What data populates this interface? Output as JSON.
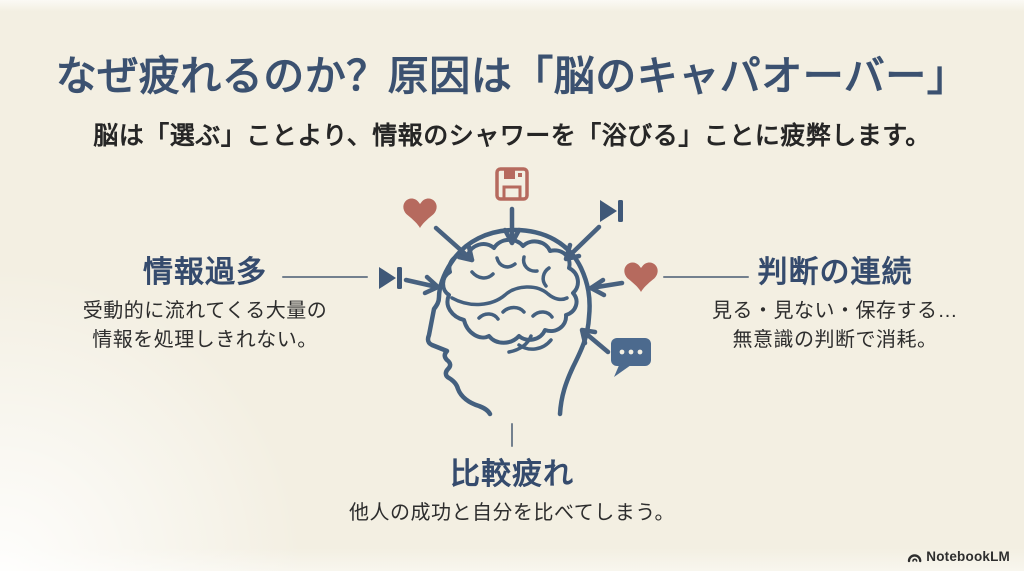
{
  "slide": {
    "title": "なぜ疲れるのか？原因は「脳のキャパオーバー」",
    "subtitle": "脳は「選ぶ」ことより、情報のシャワーを「浴びる」ことに疲弊します。"
  },
  "causes": {
    "left": {
      "heading": "情報過多",
      "description": "受動的に流れてくる大量の\n情報を処理しきれない。"
    },
    "right": {
      "heading": "判断の連続",
      "description": "見る・見ない・保存する…\n無意識の判断で消耗。"
    },
    "bottom": {
      "heading": "比較疲れ",
      "description": "他人の成功と自分を比べてしまう。"
    }
  },
  "diagram": {
    "center_illustration": "head-profile-with-brain",
    "icons": [
      {
        "name": "heart-icon",
        "color": "#b66a5e",
        "position": "top-left"
      },
      {
        "name": "floppy-disk-icon",
        "color": "#b66a5e",
        "position": "top-center"
      },
      {
        "name": "skip-next-icon",
        "color": "#3f5878",
        "position": "top-right"
      },
      {
        "name": "skip-next-icon",
        "color": "#3f5878",
        "position": "left"
      },
      {
        "name": "heart-icon",
        "color": "#b66a5e",
        "position": "right"
      },
      {
        "name": "speech-bubble-icon",
        "color": "#4c6a8e",
        "position": "bottom-right"
      }
    ]
  },
  "footer": {
    "brand": "NotebookLM"
  },
  "colors": {
    "background": "#f3efe2",
    "title_text": "#3b5170",
    "body_text": "#2d2d2d",
    "line_art": "#44607f",
    "accent_red": "#b66a5e",
    "accent_blue": "#4c6a8e",
    "connector_line": "#73808e"
  }
}
